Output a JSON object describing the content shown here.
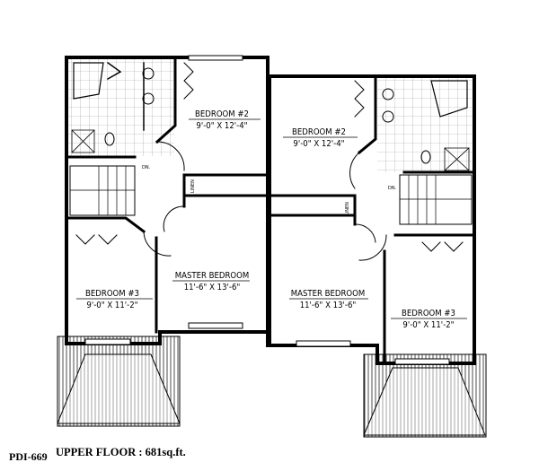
{
  "plan_code": "PDI-669",
  "floor_label": "UPPER FLOOR : 681sq.ft.",
  "left_unit": {
    "bedroom2": {
      "name": "BEDROOM #2",
      "size": "9'-0\" X 12'-4\""
    },
    "master": {
      "name": "MASTER BEDROOM",
      "size": "11'-6\" X 13'-6\""
    },
    "bedroom3": {
      "name": "BEDROOM #3",
      "size": "9'-0\" X 11'-2\""
    },
    "linen": "LINEN",
    "stair": "DN."
  },
  "right_unit": {
    "bedroom2": {
      "name": "BEDROOM #2",
      "size": "9'-0\" X 12'-4\""
    },
    "master": {
      "name": "MASTER BEDROOM",
      "size": "11'-6\" X 13'-6\""
    },
    "bedroom3": {
      "name": "BEDROOM #3",
      "size": "9'-0\" X 11'-2\""
    },
    "linen": "LINEN",
    "stair": "DN."
  }
}
